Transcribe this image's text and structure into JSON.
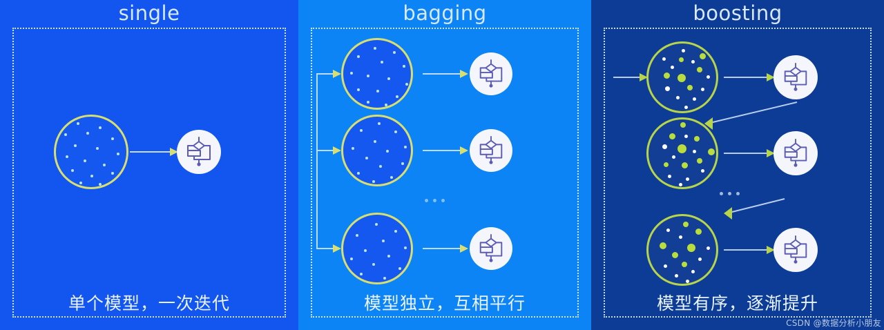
{
  "panels": [
    {
      "id": "single",
      "title": "single",
      "caption": "单个模型，一次迭代",
      "bg_color": "#1355ef",
      "ring_color": "#d7de72",
      "dot_color": "#bfe4ff"
    },
    {
      "id": "bagging",
      "title": "bagging",
      "caption": "模型独立，互相平行",
      "bg_color": "#0d84f5",
      "ring_color": "#d7de72",
      "dot_color": "#eaf6ff",
      "ellipsis": "•••"
    },
    {
      "id": "boosting",
      "title": "boosting",
      "caption": "模型有序，逐渐提升",
      "bg_color": "#0d3c96",
      "ring_color": "#b7d44a",
      "dot_color": "#ffffff",
      "highlight_dot_color": "#b9dd3c",
      "ellipsis": "•••"
    }
  ],
  "icons": {
    "model": "decision-tree-flowchart-icon",
    "arrow": "arrow-right-icon"
  },
  "watermark": "CSDN @数据分析小朋友"
}
